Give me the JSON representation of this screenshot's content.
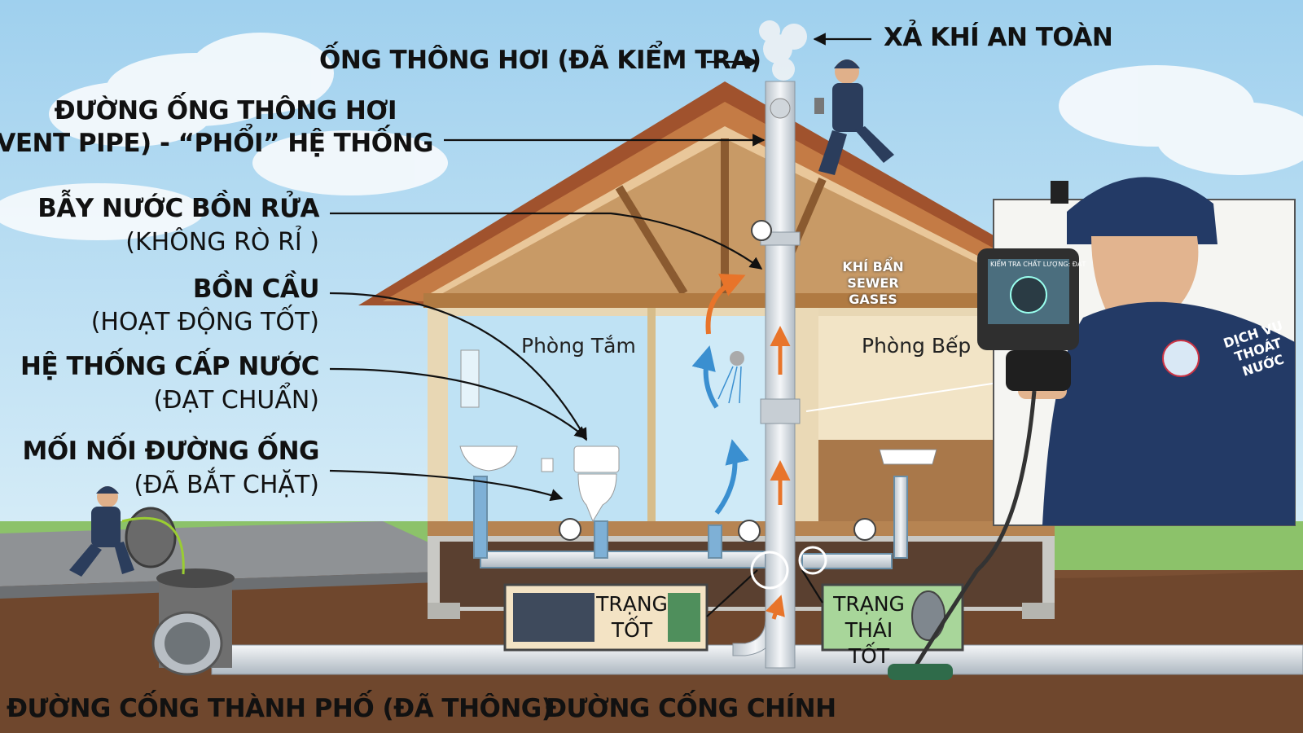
{
  "labels": {
    "vent_checked": "ỐNG THÔNG HƠI (ĐÃ KIỂM TRA)",
    "safe_exhaust": "XẢ KHÍ AN TOÀN",
    "vent_pipe_line1": "ĐƯỜNG ỐNG THÔNG HƠI",
    "vent_pipe_line2": "(VENT PIPE) - “PHỔI” HỆ THỐNG",
    "sink_trap_line1": "BẪY NƯỚC BỒN RỬA",
    "sink_trap_line2": "(KHÔNG RÒ RỈ )",
    "toilet_line1": "BỒN CẦU",
    "toilet_line2": "(HOẠT ĐỘNG TỐT)",
    "water_supply_line1": "HỆ THỐNG CẤP NƯỚC",
    "water_supply_line2": "(ĐẠT CHUẨN)",
    "joints_line1": "MỐI NỐI ĐƯỜNG ỐNG",
    "joints_line2": "(ĐÃ BẮT CHẶT)",
    "city_sewer": "ĐƯỜNG CỐNG THÀNH PHỐ (ĐÃ THÔNG)",
    "main_sewer": "ĐƯỜNG CỐNG CHÍNH"
  },
  "rooms": {
    "bathroom": "Phòng Tắm",
    "kitchen": "Phòng Bếp"
  },
  "gas_label": {
    "line1": "KHÍ BẨN",
    "line2": "SEWER GASES"
  },
  "status_boxes": {
    "left_line1": "TRẠNG",
    "left_line2": "TỐT",
    "right_line1": "TRẠNG",
    "right_line2": "THÁI TỐT"
  },
  "inspector": {
    "badge_line1": "DỊCH VỤ",
    "badge_line2": "THOÁT NƯỚC",
    "screen_text": "KIỂM TRA CHẤT LƯỢNG: ĐẠT"
  },
  "colors": {
    "sky": "#bfe0f2",
    "soil": "#7a4f33",
    "pipe": "#e9edf1",
    "flow_arrow": "#e8742a",
    "air_arrow": "#3a8fd0",
    "status_box": "#a8d69a"
  }
}
